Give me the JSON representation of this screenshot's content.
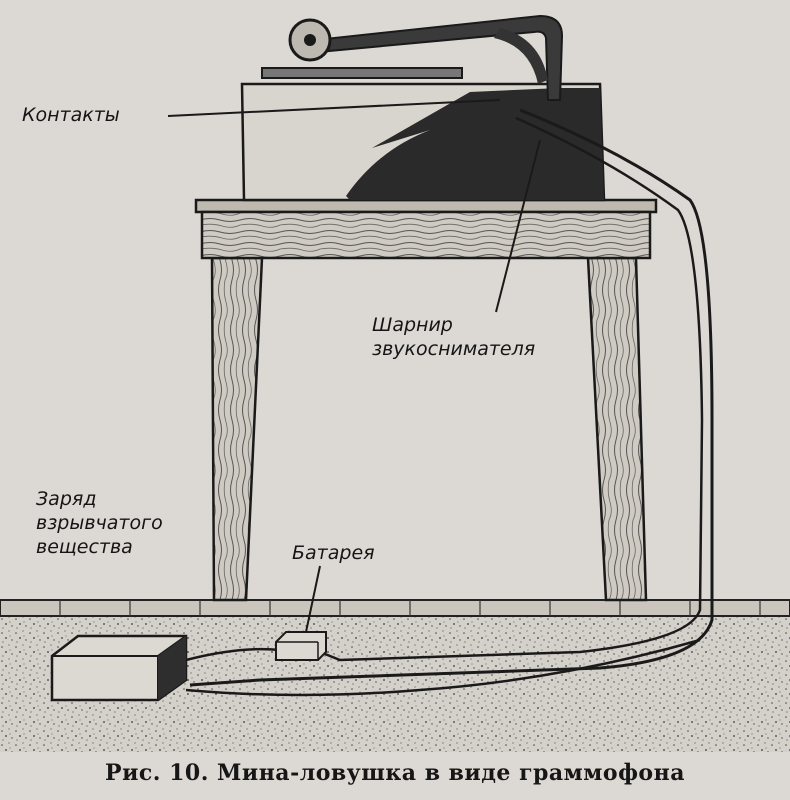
{
  "labels": {
    "contacts": "Контакты",
    "pickup_hinge_line1": "Шарнир",
    "pickup_hinge_line2": "звукоснимателя",
    "charge_line1": "Заряд",
    "charge_line2": "взрывчатого",
    "charge_line3": "вещества",
    "battery": "Батарея"
  },
  "caption": "Рис. 10. Мина-ловушка в виде граммофона"
}
